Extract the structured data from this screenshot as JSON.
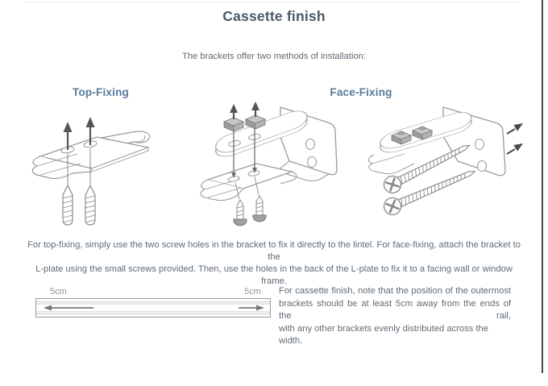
{
  "page": {
    "title": "Cassette finish",
    "subtitle": "The brackets offer two methods of installation:"
  },
  "methods": {
    "top_fixing": {
      "heading": "Top-Fixing"
    },
    "face_fixing": {
      "heading": "Face-Fixing"
    }
  },
  "illustrations": {
    "top_fixing": "top-fixing bracket with two screw holes, two upward arrows and two screws",
    "exploded": "exploded view of bracket, L-plate, nuts and small screws",
    "face_fixing": "assembled bracket on L-plate with two long screws into back holes and arrows toward wall"
  },
  "instructions": {
    "lines": [
      "For top-fixing, simply use the two screw holes in the bracket to fix it directly to the lintel. For face-fixing, attach the bracket to the",
      "L-plate using the small screws provided. Then, use the holes in the back of the L-plate to fix it to a facing wall or window frame."
    ]
  },
  "rail_diagram": {
    "left_label": "5cm",
    "right_label": "5cm"
  },
  "cassette_note": {
    "lines": [
      "For cassette finish, note that the position of the outermost",
      "brackets should be at least 5cm away from the ends of the rail,",
      "with any other brackets evenly distributed across the width."
    ]
  },
  "colors": {
    "title": "#4b5a68",
    "heading": "#567b9b",
    "body_text": "#5f6c77",
    "label": "#8b949c",
    "line_art": "#9a9a9a",
    "arrow": "#565656",
    "edge_line": "#474747",
    "divider": "#ececec"
  }
}
